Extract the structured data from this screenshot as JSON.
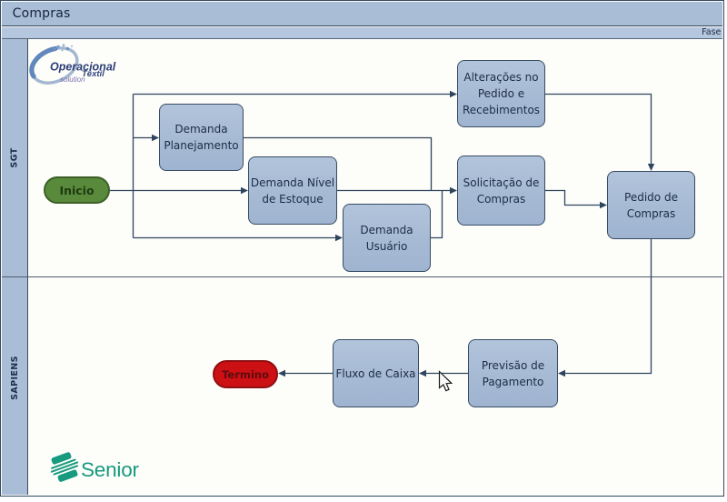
{
  "header": {
    "title": "Compras",
    "phase_label": "Fase"
  },
  "lanes": [
    {
      "label": "SGT"
    },
    {
      "label": "SAPIENS"
    }
  ],
  "nodes": {
    "start": {
      "label": "Inicio"
    },
    "end": {
      "label": "Termino"
    },
    "tasks": [
      {
        "id": "demanda-planejamento",
        "label": "Demanda\nPlanejamento"
      },
      {
        "id": "demanda-nivel-estoque",
        "label": "Demanda Nível\nde Estoque"
      },
      {
        "id": "demanda-usuario",
        "label": "Demanda\nUsuário"
      },
      {
        "id": "alteracoes-pedido-recebimentos",
        "label": "Alterações no\nPedido e\nRecebimentos"
      },
      {
        "id": "solicitacao-compras",
        "label": "Solicitação de\nCompras"
      },
      {
        "id": "pedido-compras",
        "label": "Pedido de\nCompras"
      },
      {
        "id": "previsao-pagamento",
        "label": "Previsão de\nPagamento"
      },
      {
        "id": "fluxo-caixa",
        "label": "Fluxo de Caixa"
      }
    ]
  },
  "logos": {
    "operacional": {
      "line1": "Operacional",
      "line2": "Têxtil",
      "line3": "solution"
    },
    "senior": {
      "text": "Senior"
    }
  },
  "colors": {
    "band_fill": "#a9bdd7",
    "task_fill": "#a6bad4",
    "task_border": "#3d5475",
    "connector": "#2e4560",
    "start_fill": "#598a3c",
    "end_fill": "#cd1013",
    "senior_teal": "#149a7e",
    "operacional_blue": "#2c3e78"
  }
}
